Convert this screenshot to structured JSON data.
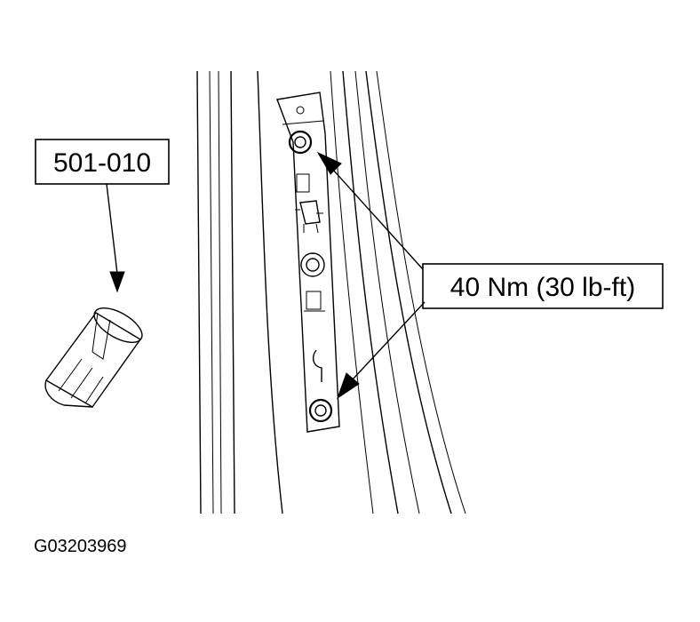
{
  "callouts": {
    "tool_label": "501-010",
    "torque_label": "40 Nm (30 lb-ft)"
  },
  "figure_id": "G03203969"
}
